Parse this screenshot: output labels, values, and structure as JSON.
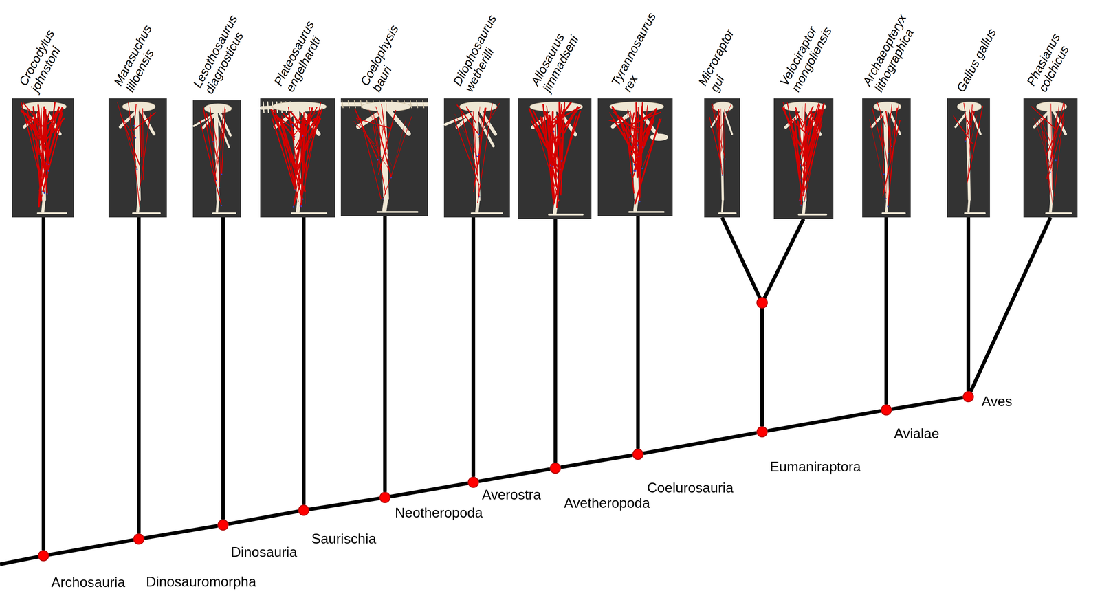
{
  "diagram": {
    "nodes": [
      {
        "text": [
          "Crocodylus johnstoni"
        ]
      },
      {
        "text": [
          "Marasuchus lilloensis"
        ]
      },
      {
        "text": [
          "Lesothosaurus diagnosticus"
        ]
      },
      {
        "text": [
          "Plateosaurus engelhardti"
        ]
      },
      {
        "text": [
          "Coelophysis bauri"
        ]
      },
      {
        "text": [
          "Dilophosaurus wetherilli"
        ]
      },
      {
        "text": [
          "Allosaurus jimmadseni"
        ]
      },
      {
        "text": [
          "Tyrannosaurus rex"
        ]
      },
      {
        "text": [
          "Microraptor gui"
        ]
      },
      {
        "text": [
          "Velociraptor mongoliensis"
        ]
      },
      {
        "text": [
          "Archaeopteryx lithographica"
        ]
      },
      {
        "text": [
          "Gallus gallus"
        ]
      },
      {
        "text": [
          "Phasianus colchicus"
        ]
      },
      {
        "text": [
          "Archosauria"
        ]
      },
      {
        "text": [
          "Dinosauromorpha"
        ]
      },
      {
        "text": [
          "Dinosauria"
        ]
      },
      {
        "text": [
          "Saurischia"
        ]
      },
      {
        "text": [
          "Neotheropoda"
        ]
      },
      {
        "text": [
          "Averostra"
        ]
      },
      {
        "text": [
          "Avetheropoda"
        ]
      },
      {
        "text": [
          "Coelurosauria"
        ]
      },
      {
        "text": [
          "Eumaniraptora"
        ]
      },
      {
        "text": [
          "Avialae"
        ]
      },
      {
        "text": [
          "Aves"
        ]
      }
    ],
    "edges": [
      {
        "from": 13,
        "to": 0,
        "arrow": "none"
      },
      {
        "from": 14,
        "to": 1,
        "arrow": "none"
      },
      {
        "from": 15,
        "to": 2,
        "arrow": "none"
      },
      {
        "from": 16,
        "to": 3,
        "arrow": "none"
      },
      {
        "from": 17,
        "to": 4,
        "arrow": "none"
      },
      {
        "from": 18,
        "to": 5,
        "arrow": "none"
      },
      {
        "from": 19,
        "to": 6,
        "arrow": "none"
      },
      {
        "from": 20,
        "to": 7,
        "arrow": "none"
      },
      {
        "from": 21,
        "to": 8,
        "arrow": "none"
      },
      {
        "from": 21,
        "to": 9,
        "arrow": "none"
      },
      {
        "from": 22,
        "to": 10,
        "arrow": "none"
      },
      {
        "from": 23,
        "to": 11,
        "arrow": "none"
      },
      {
        "from": 23,
        "to": 12,
        "arrow": "none"
      },
      {
        "from": 13,
        "to": 14,
        "arrow": "none"
      },
      {
        "from": 14,
        "to": 15,
        "arrow": "none"
      },
      {
        "from": 15,
        "to": 16,
        "arrow": "none"
      },
      {
        "from": 16,
        "to": 17,
        "arrow": "none"
      },
      {
        "from": 17,
        "to": 18,
        "arrow": "none"
      },
      {
        "from": 18,
        "to": 19,
        "arrow": "none"
      },
      {
        "from": 19,
        "to": 20,
        "arrow": "none"
      },
      {
        "from": 20,
        "to": 21,
        "arrow": "none"
      },
      {
        "from": 21,
        "to": 22,
        "arrow": "none"
      },
      {
        "from": 22,
        "to": 23,
        "arrow": "none"
      }
    ]
  }
}
